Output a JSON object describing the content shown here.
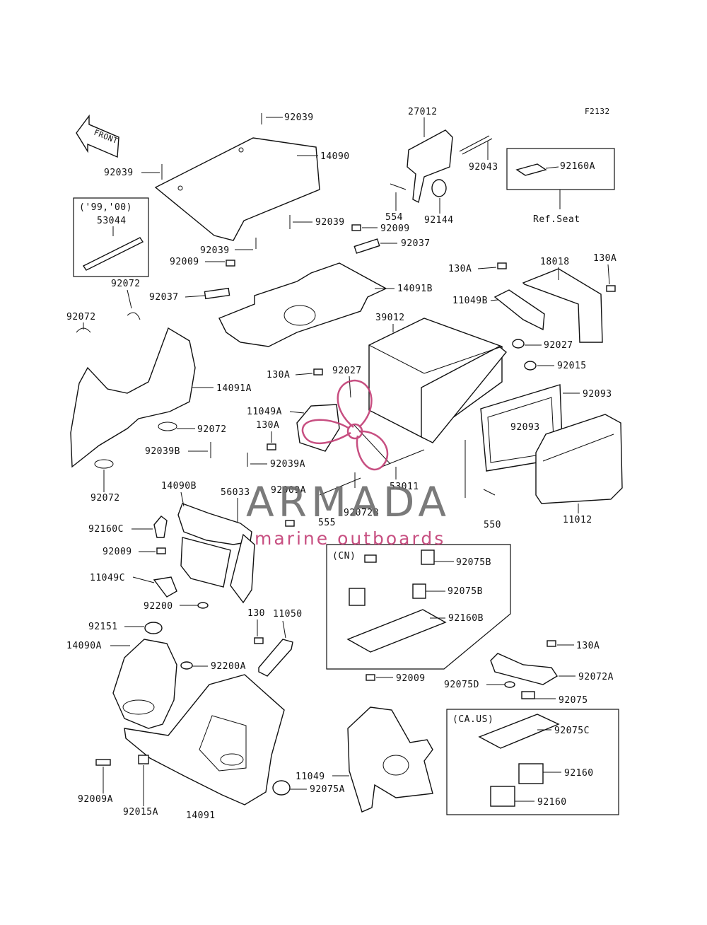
{
  "diagram_code": "F2132",
  "front_label": "FRONT",
  "ref_seat": "Ref.Seat",
  "box_99_00": {
    "title": "('99,'00)",
    "part": "53044"
  },
  "box_cn": {
    "title": "(CN)"
  },
  "box_ca_us": {
    "title": "(CA.US)"
  },
  "watermark": {
    "brand": "ARMADA",
    "tagline": "marine outboards",
    "color": "#c23c74"
  },
  "callouts": {
    "p27012": "27012",
    "p92039_top": "92039",
    "p14090": "14090",
    "p92039_left": "92039",
    "p92043": "92043",
    "p92160A": "92160A",
    "p554": "554",
    "p92144": "92144",
    "p92039_mid": "92039",
    "p92009_a": "92009",
    "p92039_b": "92039",
    "p92037_r": "92037",
    "p92009_b": "92009",
    "p92072_a": "92072",
    "p130A_a": "130A",
    "p18018": "18018",
    "p130A_b": "130A",
    "p92037_l": "92037",
    "p14091B": "14091B",
    "p11049B": "11049B",
    "p92072_b": "92072",
    "p39012": "39012",
    "p92027_r": "92027",
    "p130A_c": "130A",
    "p92027_l": "92027",
    "p92015": "92015",
    "p14091A": "14091A",
    "p92093_a": "92093",
    "p11049A": "11049A",
    "p130A_d": "130A",
    "p92072_c": "92072",
    "p92093_b": "92093",
    "p92039B": "92039B",
    "p92039A": "92039A",
    "p92072_d": "92072",
    "p53011": "53011",
    "p14090B": "14090B",
    "p56033": "56033",
    "p92009A_a": "92009A",
    "p92072B": "92072B",
    "p555": "555",
    "p550": "550",
    "p11012": "11012",
    "p92160C": "92160C",
    "p92009_c": "92009",
    "p92075B_a": "92075B",
    "p11049C": "11049C",
    "p92075B_b": "92075B",
    "p92200": "92200",
    "p130": "130",
    "p11050": "11050",
    "p92160B": "92160B",
    "p92151": "92151",
    "p14090A": "14090A",
    "p130A_e": "130A",
    "p92200A": "92200A",
    "p92009_d": "92009",
    "p92075D": "92075D",
    "p92072A": "92072A",
    "p92075": "92075",
    "p92075C": "92075C",
    "p11049": "11049",
    "p92075A": "92075A",
    "p92160_a": "92160",
    "p92009A_b": "92009A",
    "p92015A": "92015A",
    "p14091": "14091",
    "p92160_b": "92160"
  }
}
